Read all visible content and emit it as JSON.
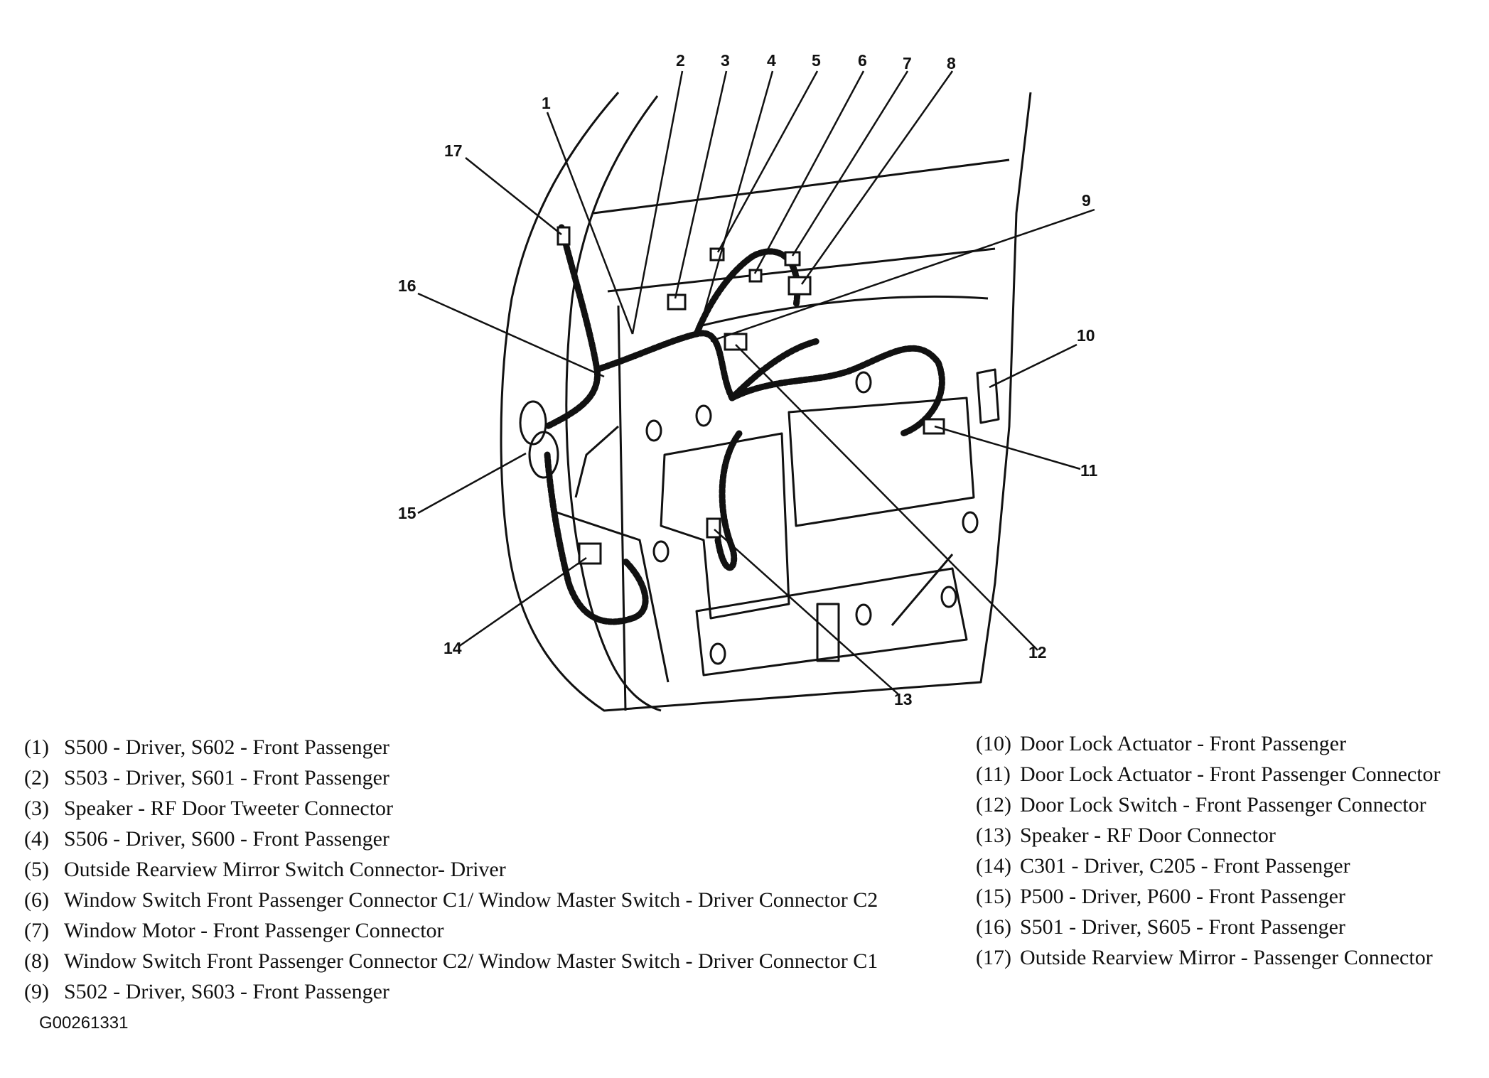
{
  "callouts": [
    "1",
    "2",
    "3",
    "4",
    "5",
    "6",
    "7",
    "8",
    "9",
    "10",
    "11",
    "12",
    "13",
    "14",
    "15",
    "16",
    "17"
  ],
  "legend_left": [
    {
      "num": "(1)",
      "text": "S500 - Driver, S602 - Front Passenger"
    },
    {
      "num": "(2)",
      "text": "S503 - Driver, S601 - Front Passenger"
    },
    {
      "num": "(3)",
      "text": "Speaker - RF Door Tweeter Connector"
    },
    {
      "num": "(4)",
      "text": "S506 - Driver, S600 - Front Passenger"
    },
    {
      "num": "(5)",
      "text": "Outside Rearview Mirror Switch Connector- Driver"
    },
    {
      "num": "(6)",
      "text": "Window Switch Front Passenger Connector C1/ Window Master Switch - Driver Connector C2"
    },
    {
      "num": "(7)",
      "text": "Window Motor - Front Passenger Connector"
    },
    {
      "num": "(8)",
      "text": "Window Switch Front Passenger Connector C2/ Window Master Switch - Driver Connector C1"
    },
    {
      "num": "(9)",
      "text": "S502 - Driver, S603 - Front Passenger"
    }
  ],
  "legend_right": [
    {
      "num": "(10)",
      "text": "Door Lock Actuator - Front Passenger"
    },
    {
      "num": "(11)",
      "text": "Door Lock Actuator - Front Passenger Connector"
    },
    {
      "num": "(12)",
      "text": "Door Lock Switch - Front Passenger Connector"
    },
    {
      "num": "(13)",
      "text": "Speaker - RF Door Connector"
    },
    {
      "num": "(14)",
      "text": "C301 - Driver, C205 - Front Passenger"
    },
    {
      "num": "(15)",
      "text": "P500 - Driver, P600 - Front Passenger"
    },
    {
      "num": "(16)",
      "text": "S501 - Driver, S605 - Front Passenger"
    },
    {
      "num": "(17)",
      "text": "Outside Rearview Mirror - Passenger Connector"
    }
  ],
  "figure_id": "G00261331"
}
